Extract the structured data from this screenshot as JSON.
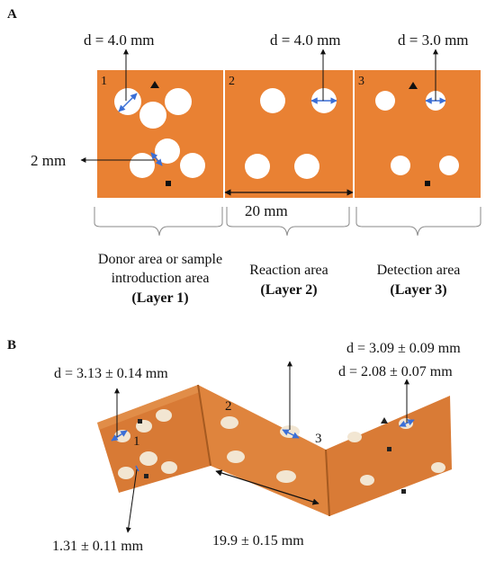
{
  "panel_a": {
    "label": "A",
    "dims": {
      "d_layer1": "d = 4.0 mm",
      "d_layer2": "d = 4.0 mm",
      "d_layer3": "d = 3.0 mm",
      "gap": "2 mm",
      "width": "20 mm"
    },
    "layers": [
      {
        "number": "1",
        "caption_lines": [
          "Donor area or sample",
          "introduction area"
        ],
        "caption_bold": "(Layer 1)"
      },
      {
        "number": "2",
        "caption_lines": [
          "Reaction area"
        ],
        "caption_bold": "(Layer 2)"
      },
      {
        "number": "3",
        "caption_lines": [
          "Detection area"
        ],
        "caption_bold": "(Layer 3)"
      }
    ]
  },
  "panel_b": {
    "label": "B",
    "dims": {
      "d_layer1": "d = 3.13 ± 0.14 mm",
      "d_layer2": "d = 3.09 ± 0.09 mm",
      "d_layer3": "d = 2.08 ± 0.07 mm",
      "gap": "1.31 ± 0.11 mm",
      "width": "19.9 ± 0.15 mm"
    },
    "numbers": [
      "1",
      "2",
      "3"
    ]
  },
  "colors": {
    "paper": "#E98133",
    "paper_dark": "#C96A22",
    "dim_arrow": "#3B6FD6",
    "ink": "#111111"
  }
}
